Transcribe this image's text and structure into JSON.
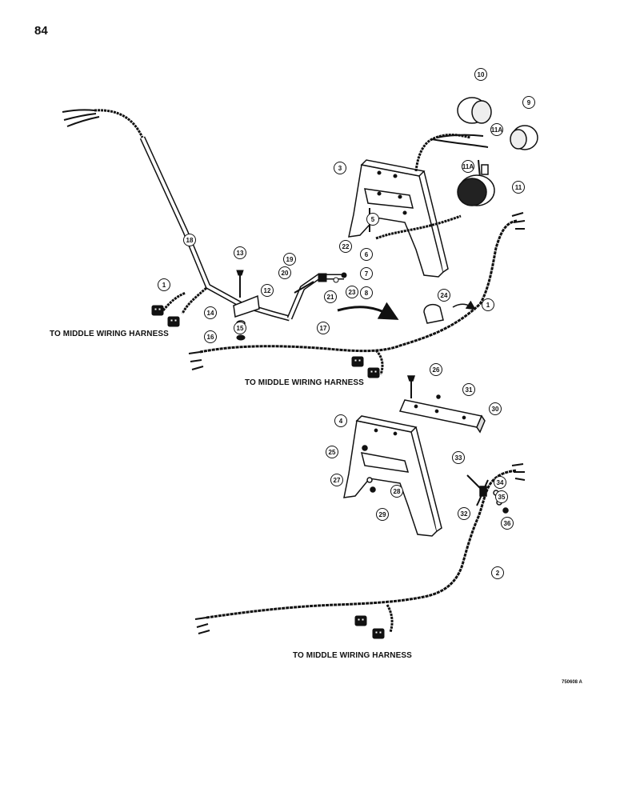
{
  "page_number": "84",
  "notes": {
    "middle_harness_1": "TO MIDDLE WIRING HARNESS",
    "middle_harness_2": "TO MIDDLE WIRING HARNESS",
    "middle_harness_3": "TO MIDDLE WIRING HARNESS"
  },
  "figure_ref": "750608 A",
  "callouts": [
    "1",
    "1",
    "2",
    "3",
    "4",
    "5",
    "6",
    "7",
    "8",
    "9",
    "10",
    "11",
    "11A",
    "11A",
    "12",
    "13",
    "14",
    "15",
    "16",
    "17",
    "18",
    "19",
    "20",
    "21",
    "22",
    "23",
    "24",
    "25",
    "26",
    "27",
    "28",
    "29",
    "30",
    "31",
    "32",
    "33",
    "34",
    "35",
    "36"
  ]
}
